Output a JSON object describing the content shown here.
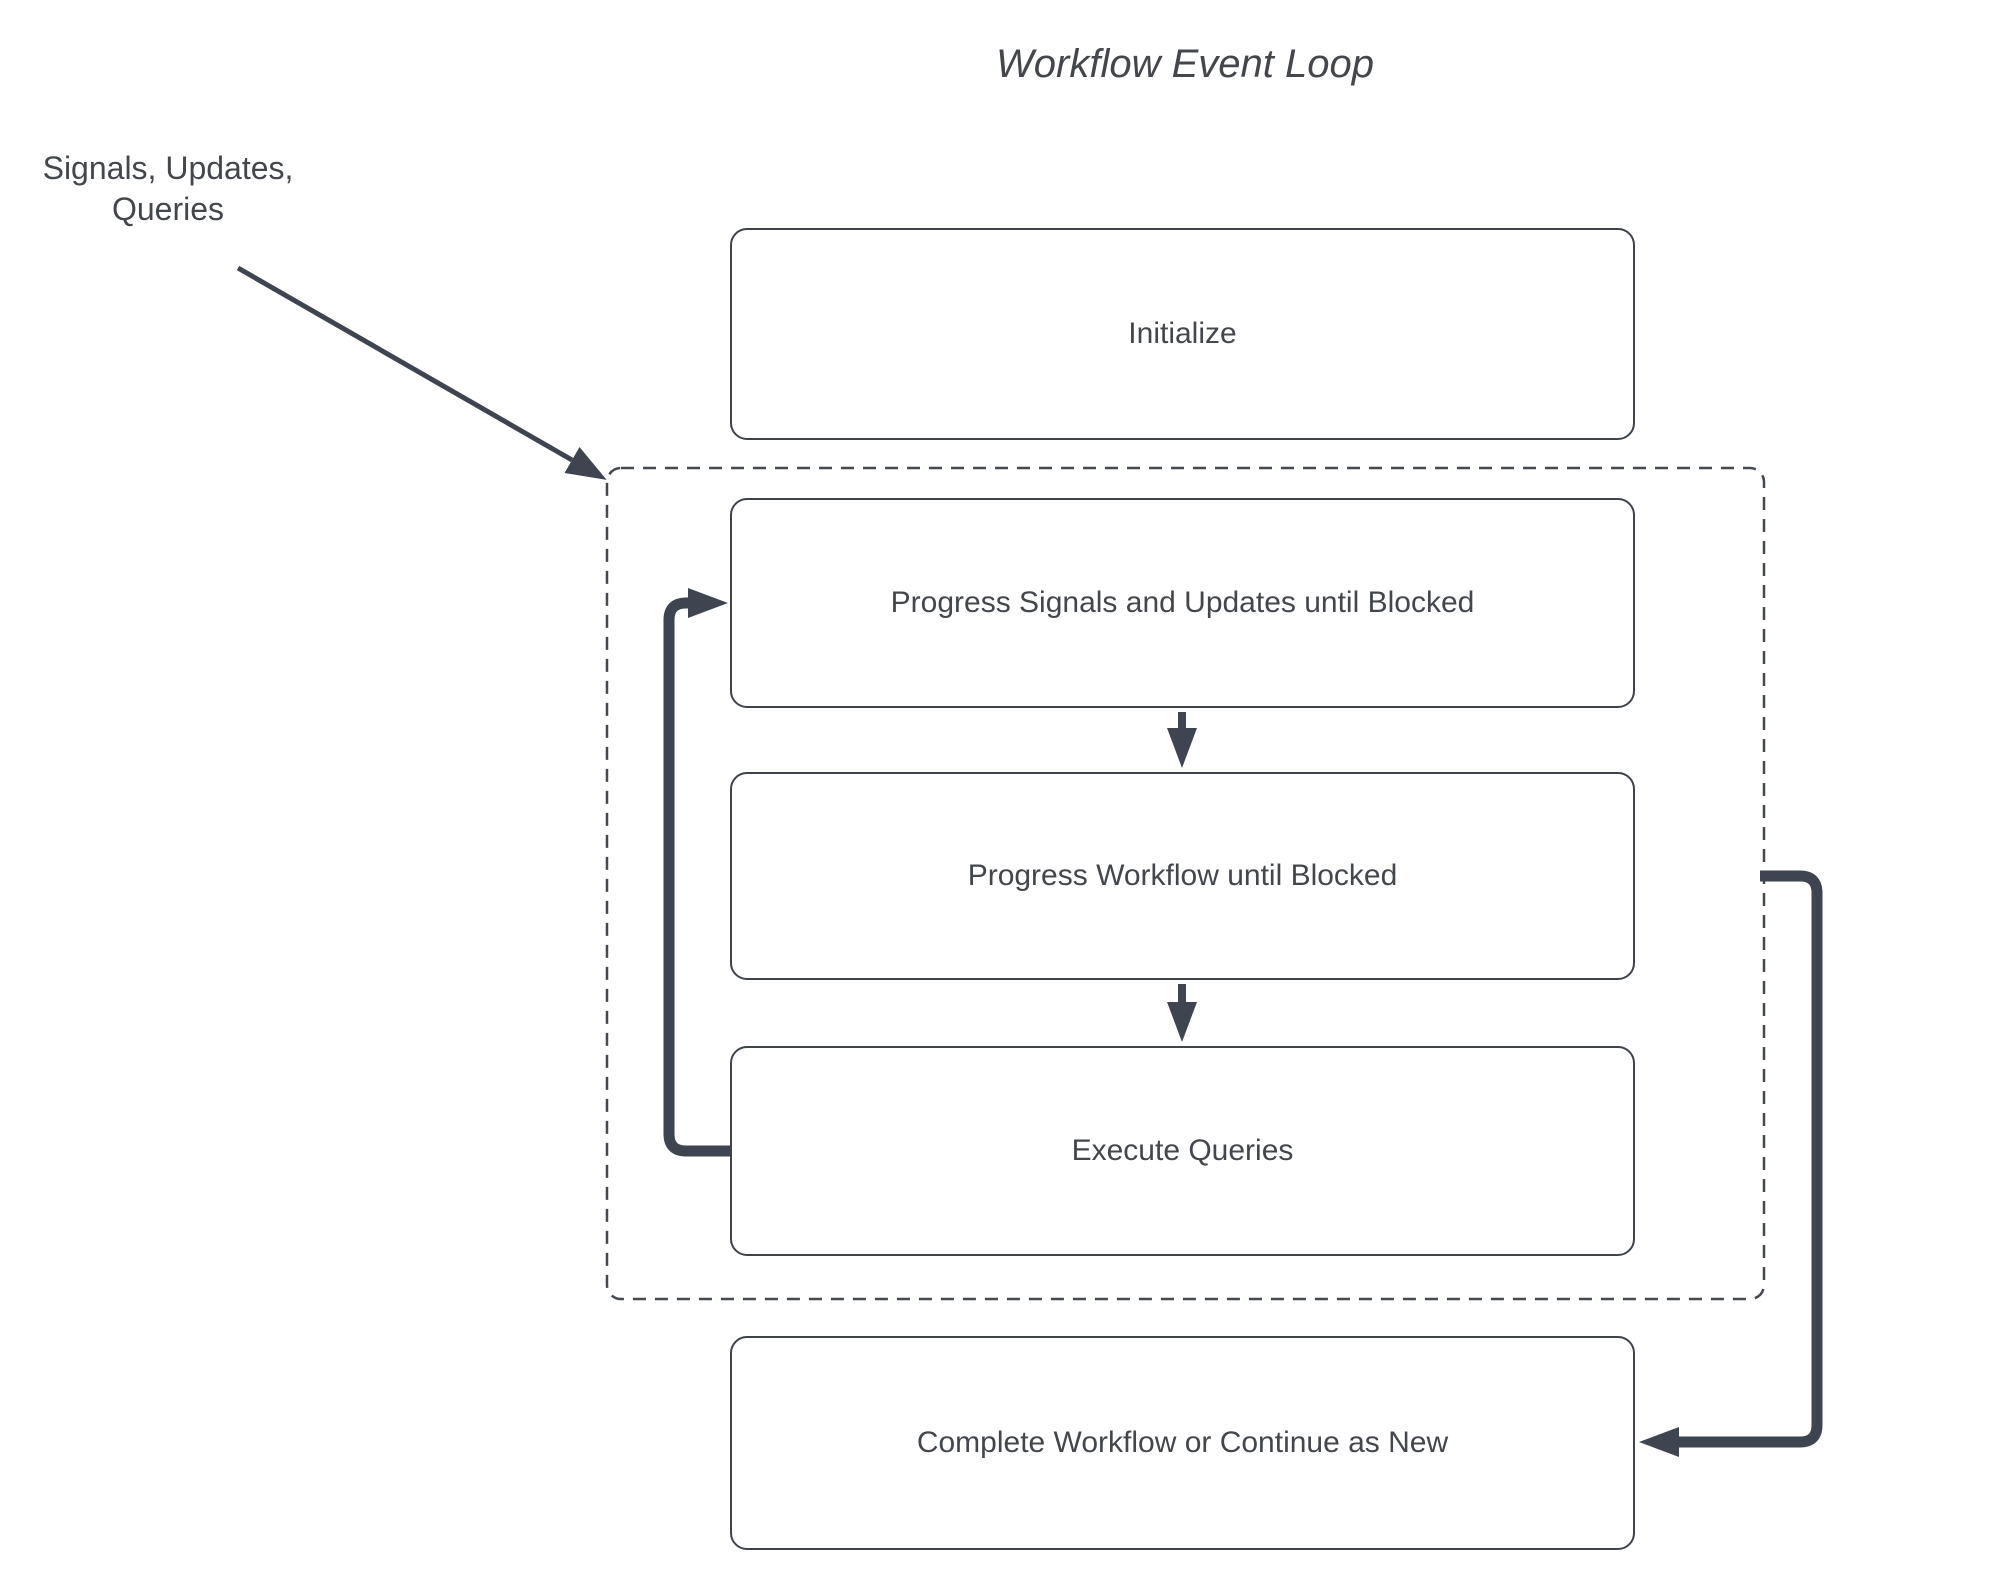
{
  "title": "Workflow Event Loop",
  "annotation": {
    "line1": "Signals, Updates,",
    "line2": "Queries"
  },
  "nodes": {
    "initialize": "Initialize",
    "progress_signals": "Progress Signals and Updates until Blocked",
    "progress_workflow": "Progress Workflow until Blocked",
    "execute_queries": "Execute Queries",
    "complete": "Complete Workflow or Continue as New"
  },
  "colors": {
    "arrow": "#3e4450",
    "box_border": "#3f434b",
    "dashed_border": "#44484f",
    "text": "#43474c",
    "background": "#ffffff"
  }
}
